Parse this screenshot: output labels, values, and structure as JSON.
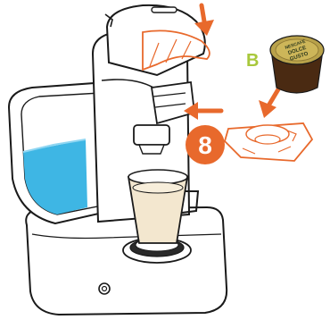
{
  "step": {
    "number": "8",
    "badge_color": "#E8692C"
  },
  "capsule": {
    "letter": "B",
    "letter_color": "#A8C83C",
    "brand_line1": "NESCAFÉ",
    "brand_line2": "DOLCE",
    "brand_line3": "GUSTO",
    "lid_color": "#B9A24A",
    "body_color": "#4A2A12"
  },
  "colors": {
    "outline": "#1A1A1A",
    "accent": "#E8692C",
    "water": "#3EB6E4",
    "coffee": "#F3E7CF"
  },
  "icons": {
    "press_arrow": "arrow-down-icon",
    "insert_arrow": "arrow-down-left-icon",
    "slide_arrow": "arrow-left-icon"
  }
}
